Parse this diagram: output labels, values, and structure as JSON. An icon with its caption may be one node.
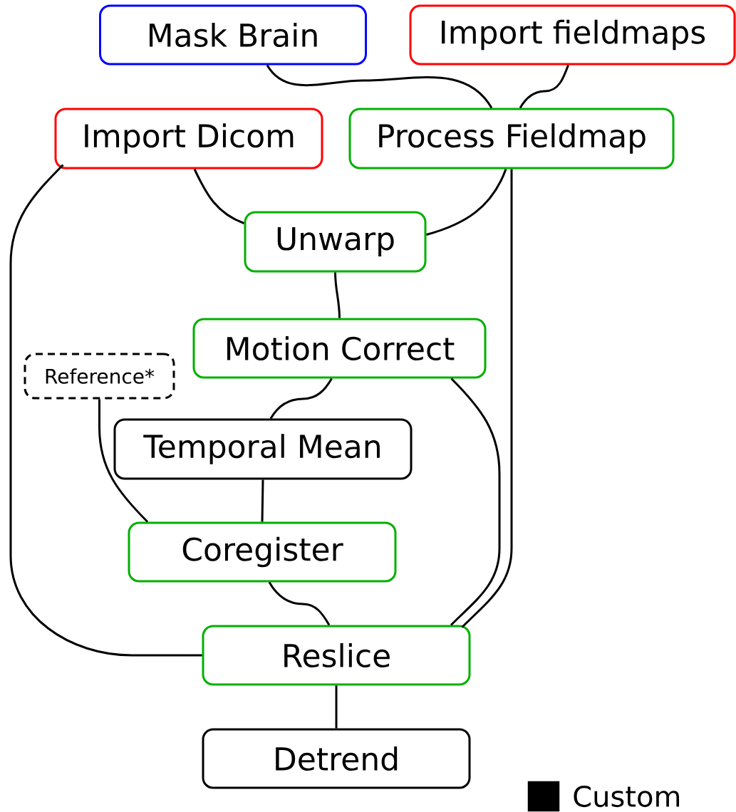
{
  "diagram": {
    "nodes": [
      {
        "text": [
          "Mask Brain"
        ]
      },
      {
        "text": [
          "Import fieldmaps"
        ]
      },
      {
        "text": [
          "Import Dicom"
        ]
      },
      {
        "text": [
          "Process Fieldmap"
        ]
      },
      {
        "text": [
          "Unwarp"
        ]
      },
      {
        "text": [
          "Motion Correct"
        ]
      },
      {
        "text": [
          "Reference*"
        ]
      },
      {
        "text": [
          "Temporal Mean"
        ]
      },
      {
        "text": [
          "Coregister"
        ]
      },
      {
        "text": [
          "Reslice"
        ]
      },
      {
        "text": [
          "Detrend"
        ]
      }
    ],
    "edges": [
      {
        "from": 0,
        "to": 3,
        "arrow": "none"
      },
      {
        "from": 1,
        "to": 3,
        "arrow": "none"
      },
      {
        "from": 2,
        "to": 4,
        "arrow": "none"
      },
      {
        "from": 3,
        "to": 4,
        "arrow": "none"
      },
      {
        "from": 4,
        "to": 5,
        "arrow": "none"
      },
      {
        "from": 5,
        "to": 7,
        "arrow": "none"
      },
      {
        "from": 7,
        "to": 8,
        "arrow": "none"
      },
      {
        "from": 6,
        "to": 8,
        "arrow": "none"
      },
      {
        "from": 8,
        "to": 9,
        "arrow": "none"
      },
      {
        "from": 5,
        "to": 9,
        "arrow": "none"
      },
      {
        "from": 3,
        "to": 9,
        "arrow": "none"
      },
      {
        "from": 2,
        "to": 9,
        "arrow": "none"
      },
      {
        "from": 9,
        "to": 10,
        "arrow": "none"
      }
    ],
    "legend": [
      {
        "text": "Custom",
        "color": "#000000"
      }
    ]
  }
}
